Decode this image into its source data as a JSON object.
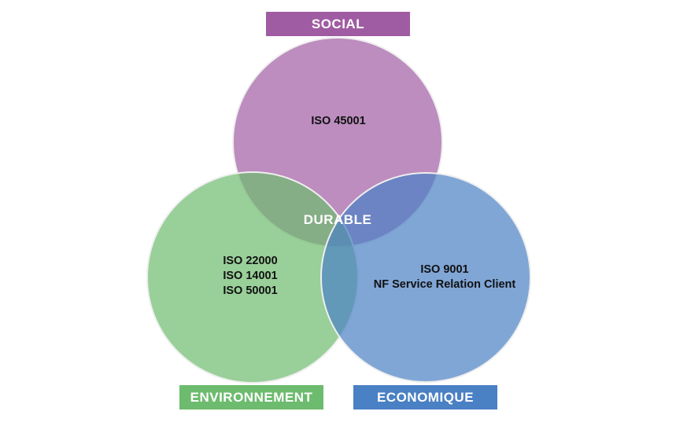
{
  "title_social": "SOCIAL",
  "title_environment": "ENVIRONNEMENT",
  "title_economic": "ECONOMIQUE",
  "center_label": "DURABLE",
  "social_standards": [
    "ISO 45001"
  ],
  "environment_standards": [
    "ISO 22000",
    "ISO 14001",
    "ISO 50001"
  ],
  "economic_standards": [
    "ISO 9001",
    "NF Service Relation Client"
  ],
  "colors": {
    "social": "#a05ca3",
    "environment": "#6dbb6e",
    "economic": "#4a80c4"
  }
}
